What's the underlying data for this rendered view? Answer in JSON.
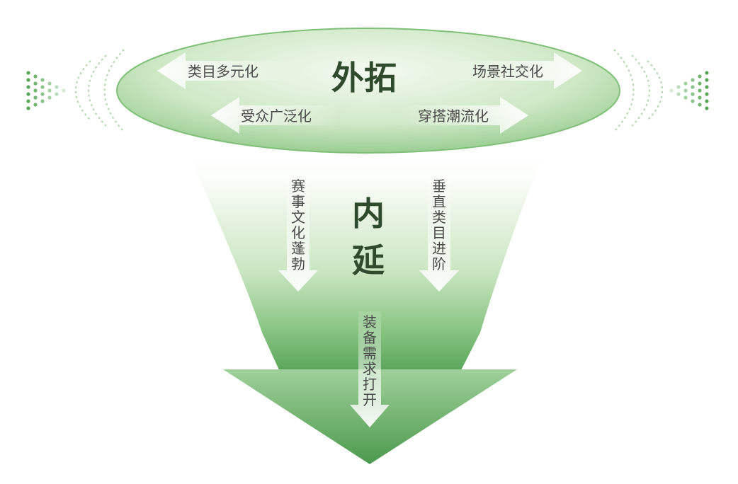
{
  "diagram": {
    "top_title": "外拓",
    "center_title": "内延",
    "outward_arrows": {
      "top_left": "类目多元化",
      "top_right": "场景社交化",
      "bottom_left": "受众广泛化",
      "bottom_right": "穿搭潮流化"
    },
    "inward_arrows": {
      "left": "赛事文化蓬勃",
      "right": "垂直类目进阶",
      "center": "装备需求打开"
    },
    "colors": {
      "primary_green": "#4d9e4f",
      "light_green": "#d7edcf",
      "title_text": "#2f4a2c",
      "label_text": "#4a4a4a"
    }
  }
}
